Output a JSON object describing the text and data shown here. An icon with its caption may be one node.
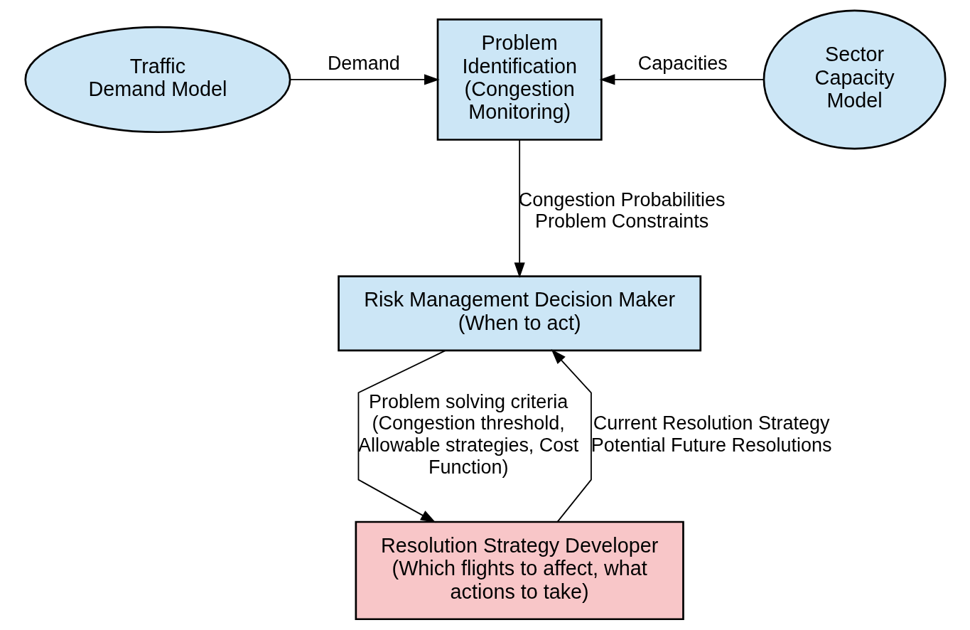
{
  "diagram": {
    "nodes": [
      {
        "text": [
          "Traffic Demand Model"
        ]
      },
      {
        "text": [
          "Problem Identification (Congestion Monitoring)"
        ]
      },
      {
        "text": [
          "Sector Capacity Model"
        ]
      },
      {
        "text": [
          "Risk Management Decision Maker (When to act)"
        ]
      },
      {
        "text": [
          "Resolution Strategy Developer (Which flights to affect, what actions to take)"
        ]
      }
    ],
    "edges": [
      {
        "from": 0,
        "to": 1,
        "arrow": "to",
        "label": "Demand"
      },
      {
        "from": 2,
        "to": 1,
        "arrow": "to",
        "label": "Capacities"
      },
      {
        "from": 1,
        "to": 3,
        "arrow": "to",
        "label": "Congestion Probabilities Problem Constraints"
      },
      {
        "from": 3,
        "to": 4,
        "arrow": "to",
        "label": "Problem solving criteria (Congestion threshold, Allowable strategies, Cost Function)"
      },
      {
        "from": 4,
        "to": 3,
        "arrow": "to",
        "label": "Current Resolution Strategy Potential Future Resolutions"
      }
    ]
  }
}
